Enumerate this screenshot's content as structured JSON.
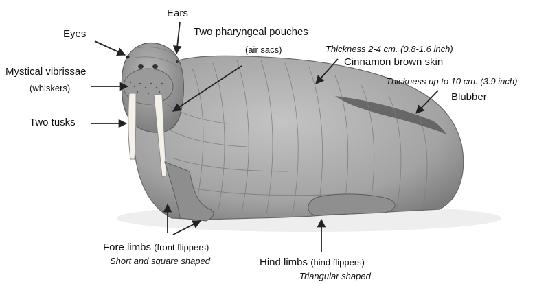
{
  "labels": {
    "eyes": "Eyes",
    "ears": "Ears",
    "pouches": "Two pharyngeal pouches",
    "pouches_sub": "(air sacs)",
    "skin_thickness": "Thickness 2-4 cm. (0.8-1.6 inch)",
    "skin": "Cinnamon brown skin",
    "blubber_thickness": "Thickness up to 10 cm. (3.9 inch)",
    "blubber": "Blubber",
    "vibrissae": "Mystical vibrissae",
    "vibrissae_sub": "(whiskers)",
    "tusks": "Two tusks",
    "fore_limbs": "Fore limbs",
    "fore_limbs_sub": "(front flippers)",
    "fore_limbs_shape": "Short and square shaped",
    "hind_limbs": "Hind limbs",
    "hind_limbs_sub": "(hind flippers)",
    "hind_limbs_shape": "Triangular shaped"
  },
  "colors": {
    "body": "#a9a9a9",
    "body_shadow": "#6f6f6f",
    "blubber_band": "#5a5a5a",
    "tusk": "#f4f1ea",
    "arrow": "#222222"
  }
}
